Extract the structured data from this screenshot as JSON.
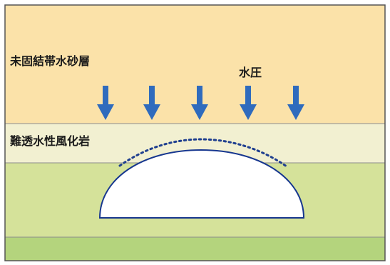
{
  "layers": {
    "unconsolidated_aquifer": "未固結帯水砂層",
    "weathered_rock": "難透水性風化岩"
  },
  "pressure_label": "水圧",
  "colors": {
    "sand": "#fbe2a9",
    "weathered": "#f2f0d1",
    "rock": "#d5e29a",
    "bedrock": "#b4d47d",
    "arrow": "#2f6bbd",
    "cavity_line": "#17378f",
    "dots": "#1f3f8f"
  }
}
